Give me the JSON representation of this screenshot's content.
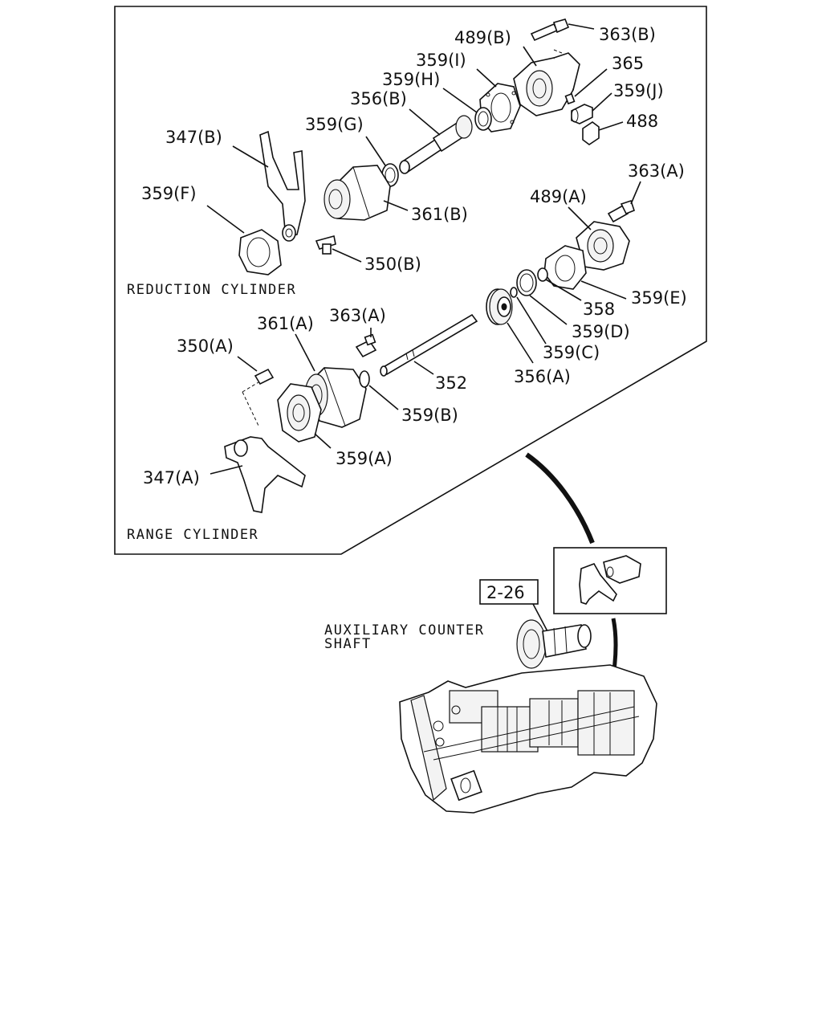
{
  "diagram": {
    "part_labels": {
      "p489B": "489(B)",
      "p363B": "363(B)",
      "p365": "365",
      "p359J": "359(J)",
      "p488": "488",
      "p359I": "359(I)",
      "p359H": "359(H)",
      "p356B": "356(B)",
      "p359G": "359(G)",
      "p347B": "347(B)",
      "p361B": "361(B)",
      "p359F": "359(F)",
      "p350B": "350(B)",
      "p363A_top": "363(A)",
      "p489A": "489(A)",
      "p359E": "359(E)",
      "p358": "358",
      "p359D": "359(D)",
      "p359C": "359(C)",
      "p356A": "356(A)",
      "p352": "352",
      "p363A_mid": "363(A)",
      "p361A": "361(A)",
      "p350A": "350(A)",
      "p359B": "359(B)",
      "p359A": "359(A)",
      "p347A": "347(A)"
    },
    "captions": {
      "reduction": "REDUCTION CYLINDER",
      "range": "RANGE CYLINDER",
      "aux_line1": "AUXILIARY COUNTER",
      "aux_line2": "SHAFT"
    },
    "ref_box": "2-26"
  }
}
